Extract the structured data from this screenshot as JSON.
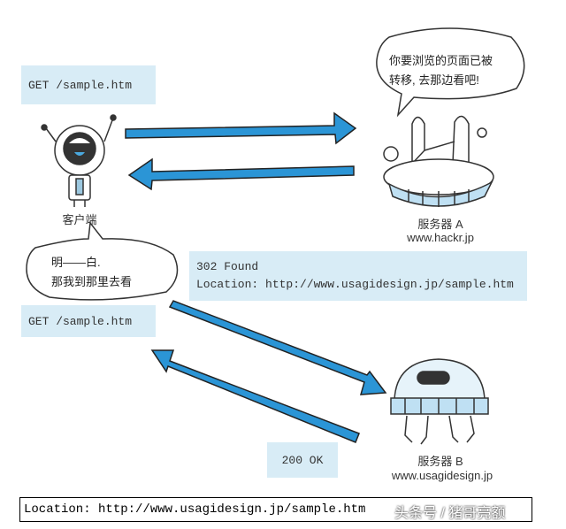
{
  "request1": "GET /sample.htm",
  "request2": "GET /sample.htm",
  "client_label": "客户端",
  "client_bubble": [
    "明——白.",
    "那我到那里去看"
  ],
  "server_a": {
    "label": "服务器 A",
    "host": "www.hackr.jp",
    "bubble": [
      "你要浏览的页面已被",
      "转移, 去那边看吧!"
    ]
  },
  "response1": [
    "302 Found",
    "Location: http://www.usagidesign.jp/sample.htm"
  ],
  "server_b": {
    "label": "服务器 B",
    "host": "www.usagidesign.jp"
  },
  "response2": "200 OK",
  "footer": "Location: http://www.usagidesign.jp/sample.htm",
  "watermark": "头条号 / 猪哥亮额",
  "colors": {
    "arrow": "#2b95d6",
    "box": "#d8ecf6"
  }
}
